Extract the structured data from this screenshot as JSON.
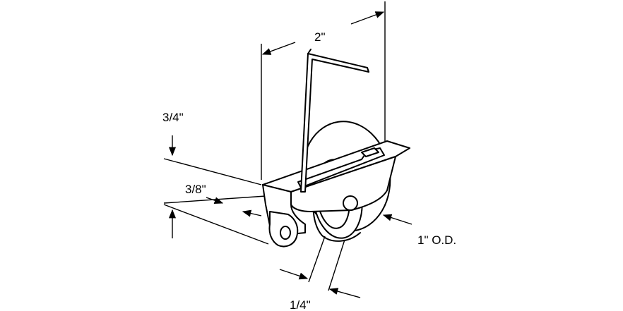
{
  "figure": {
    "component": "roller-assembly-with-wire-spring",
    "line_color": "#000000",
    "background_color": "#ffffff"
  },
  "dimensions": {
    "width_top": "2\"",
    "height_upper": "3/4\"",
    "depth": "3/8\"",
    "wheel_diameter": "1\" O.D.",
    "wheel_thickness": "1/4\""
  }
}
